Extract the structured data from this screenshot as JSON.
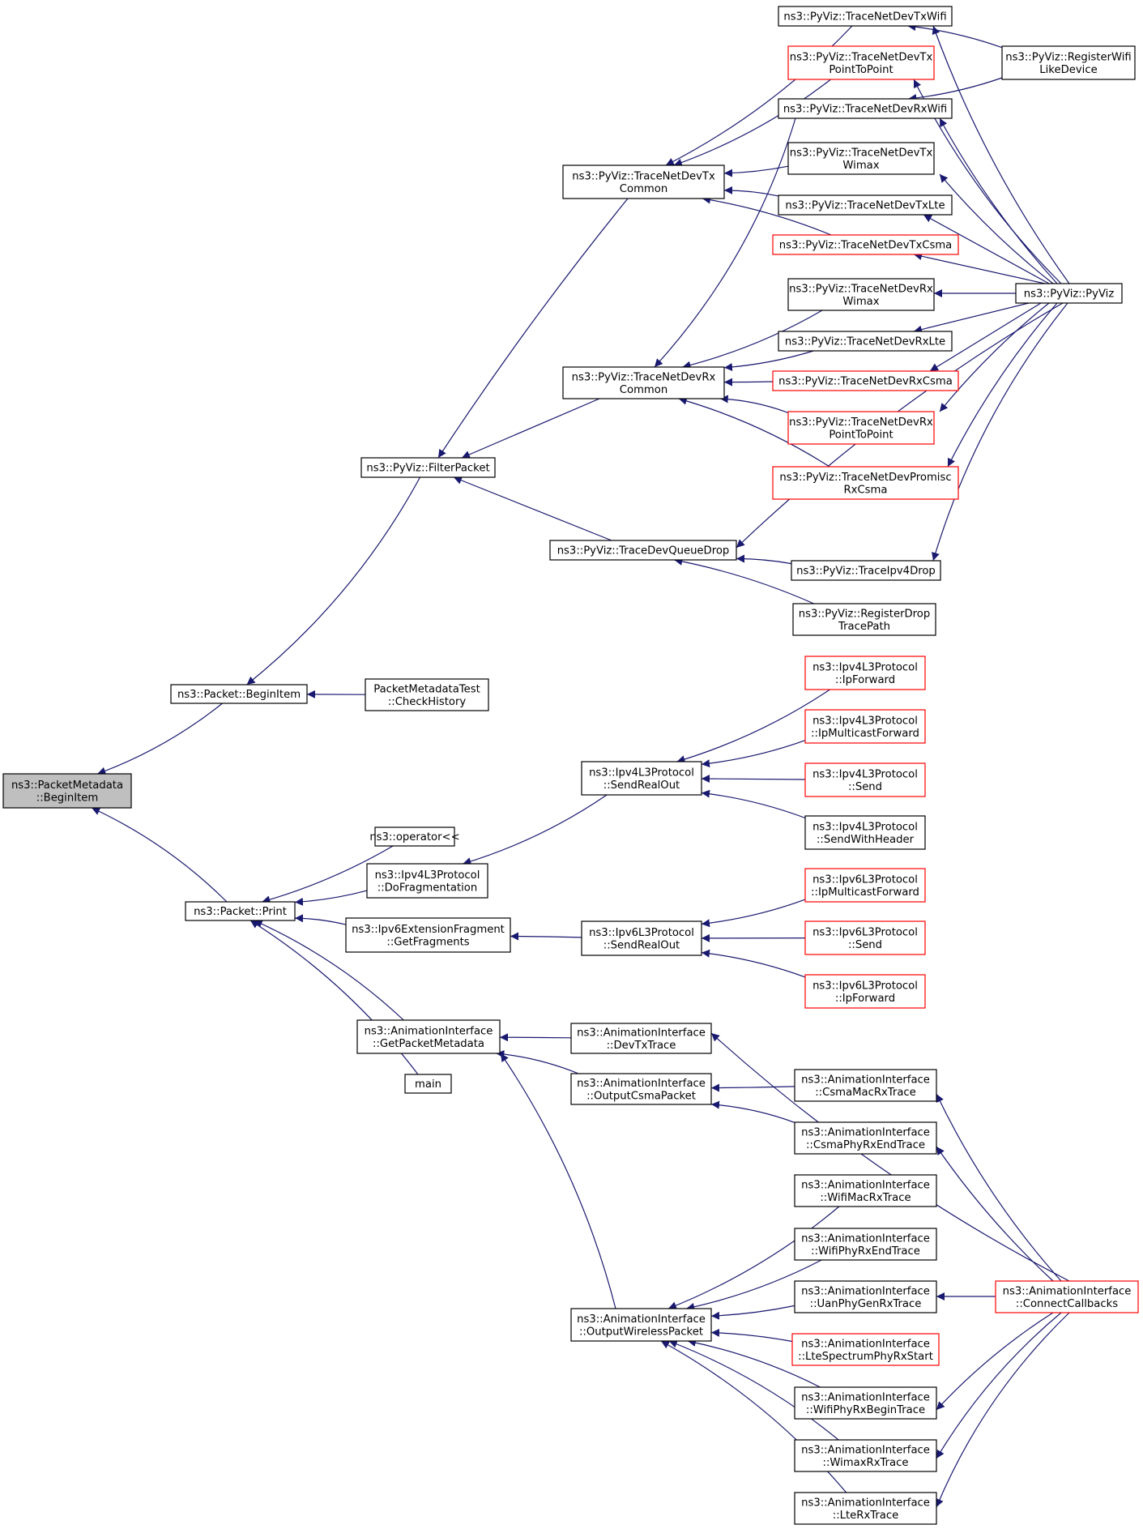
{
  "colors": {
    "edge": "#191970",
    "node_border": "#000000",
    "truncated_border": "#ff0000",
    "focus_fill": "#bfbfbf",
    "background": "#ffffff"
  },
  "graph": {
    "nodes": [
      {
        "id": "n_pm",
        "lines": [
          "ns3::PacketMetadata",
          "::BeginItem"
        ],
        "style": "focus"
      },
      {
        "id": "n_pbi",
        "lines": [
          "ns3::Packet::BeginItem"
        ],
        "style": "normal"
      },
      {
        "id": "n_pprint",
        "lines": [
          "ns3::Packet::Print"
        ],
        "style": "normal"
      },
      {
        "id": "n_filter",
        "lines": [
          "ns3::PyViz::FilterPacket"
        ],
        "style": "normal"
      },
      {
        "id": "n_pmtest",
        "lines": [
          "PacketMetadataTest",
          "::CheckHistory"
        ],
        "style": "normal"
      },
      {
        "id": "n_txcommon",
        "lines": [
          "ns3::PyViz::TraceNetDevTx",
          "Common"
        ],
        "style": "normal"
      },
      {
        "id": "n_rxcommon",
        "lines": [
          "ns3::PyViz::TraceNetDevRx",
          "Common"
        ],
        "style": "normal"
      },
      {
        "id": "n_devqueue",
        "lines": [
          "ns3::PyViz::TraceDevQueueDrop"
        ],
        "style": "normal"
      },
      {
        "id": "n_txwifi",
        "lines": [
          "ns3::PyViz::TraceNetDevTxWifi"
        ],
        "style": "normal"
      },
      {
        "id": "n_txp2p",
        "lines": [
          "ns3::PyViz::TraceNetDevTx",
          "PointToPoint"
        ],
        "style": "truncated"
      },
      {
        "id": "n_rxwifi",
        "lines": [
          "ns3::PyViz::TraceNetDevRxWifi"
        ],
        "style": "normal"
      },
      {
        "id": "n_txwimax",
        "lines": [
          "ns3::PyViz::TraceNetDevTx",
          "Wimax"
        ],
        "style": "normal"
      },
      {
        "id": "n_txlte",
        "lines": [
          "ns3::PyViz::TraceNetDevTxLte"
        ],
        "style": "normal"
      },
      {
        "id": "n_txcsma",
        "lines": [
          "ns3::PyViz::TraceNetDevTxCsma"
        ],
        "style": "truncated"
      },
      {
        "id": "n_rxwimax",
        "lines": [
          "ns3::PyViz::TraceNetDevRx",
          "Wimax"
        ],
        "style": "normal"
      },
      {
        "id": "n_rxlte",
        "lines": [
          "ns3::PyViz::TraceNetDevRxLte"
        ],
        "style": "normal"
      },
      {
        "id": "n_rxcsma",
        "lines": [
          "ns3::PyViz::TraceNetDevRxCsma"
        ],
        "style": "truncated"
      },
      {
        "id": "n_rxp2p",
        "lines": [
          "ns3::PyViz::TraceNetDevRx",
          "PointToPoint"
        ],
        "style": "truncated"
      },
      {
        "id": "n_promisc",
        "lines": [
          "ns3::PyViz::TraceNetDevPromisc",
          "RxCsma"
        ],
        "style": "truncated"
      },
      {
        "id": "n_ipv4drop",
        "lines": [
          "ns3::PyViz::TraceIpv4Drop"
        ],
        "style": "normal"
      },
      {
        "id": "n_regdrop",
        "lines": [
          "ns3::PyViz::RegisterDrop",
          "TracePath"
        ],
        "style": "normal"
      },
      {
        "id": "n_regwifi",
        "lines": [
          "ns3::PyViz::RegisterWifi",
          "LikeDevice"
        ],
        "style": "normal"
      },
      {
        "id": "n_pyviz",
        "lines": [
          "ns3::PyViz::PyViz"
        ],
        "style": "normal"
      },
      {
        "id": "n_op",
        "lines": [
          "ns3::operator<<"
        ],
        "style": "normal"
      },
      {
        "id": "n_dofrag",
        "lines": [
          "ns3::Ipv4L3Protocol",
          "::DoFragmentation"
        ],
        "style": "normal"
      },
      {
        "id": "n_getfrag",
        "lines": [
          "ns3::Ipv6ExtensionFragment",
          "::GetFragments"
        ],
        "style": "normal"
      },
      {
        "id": "n_getmeta",
        "lines": [
          "ns3::AnimationInterface",
          "::GetPacketMetadata"
        ],
        "style": "normal"
      },
      {
        "id": "n_main",
        "lines": [
          "main"
        ],
        "style": "normal"
      },
      {
        "id": "n_v4sro",
        "lines": [
          "ns3::Ipv4L3Protocol",
          "::SendRealOut"
        ],
        "style": "normal"
      },
      {
        "id": "n_v6sro",
        "lines": [
          "ns3::Ipv6L3Protocol",
          "::SendRealOut"
        ],
        "style": "normal"
      },
      {
        "id": "n_v4ipf",
        "lines": [
          "ns3::Ipv4L3Protocol",
          "::IpForward"
        ],
        "style": "truncated"
      },
      {
        "id": "n_v4mcf",
        "lines": [
          "ns3::Ipv4L3Protocol",
          "::IpMulticastForward"
        ],
        "style": "truncated"
      },
      {
        "id": "n_v4send",
        "lines": [
          "ns3::Ipv4L3Protocol",
          "::Send"
        ],
        "style": "truncated"
      },
      {
        "id": "n_v4swh",
        "lines": [
          "ns3::Ipv4L3Protocol",
          "::SendWithHeader"
        ],
        "style": "normal"
      },
      {
        "id": "n_v6mcf",
        "lines": [
          "ns3::Ipv6L3Protocol",
          "::IpMulticastForward"
        ],
        "style": "truncated"
      },
      {
        "id": "n_v6send",
        "lines": [
          "ns3::Ipv6L3Protocol",
          "::Send"
        ],
        "style": "truncated"
      },
      {
        "id": "n_v6ipf",
        "lines": [
          "ns3::Ipv6L3Protocol",
          "::IpForward"
        ],
        "style": "truncated"
      },
      {
        "id": "n_devtx",
        "lines": [
          "ns3::AnimationInterface",
          "::DevTxTrace"
        ],
        "style": "normal"
      },
      {
        "id": "n_ocsma",
        "lines": [
          "ns3::AnimationInterface",
          "::OutputCsmaPacket"
        ],
        "style": "normal"
      },
      {
        "id": "n_owifi",
        "lines": [
          "ns3::AnimationInterface",
          "::OutputWirelessPacket"
        ],
        "style": "normal"
      },
      {
        "id": "n_csmamac",
        "lines": [
          "ns3::AnimationInterface",
          "::CsmaMacRxTrace"
        ],
        "style": "normal"
      },
      {
        "id": "n_csmaphy",
        "lines": [
          "ns3::AnimationInterface",
          "::CsmaPhyRxEndTrace"
        ],
        "style": "normal"
      },
      {
        "id": "n_wifimac",
        "lines": [
          "ns3::AnimationInterface",
          "::WifiMacRxTrace"
        ],
        "style": "normal"
      },
      {
        "id": "n_wifiphyend",
        "lines": [
          "ns3::AnimationInterface",
          "::WifiPhyRxEndTrace"
        ],
        "style": "normal"
      },
      {
        "id": "n_uan",
        "lines": [
          "ns3::AnimationInterface",
          "::UanPhyGenRxTrace"
        ],
        "style": "normal"
      },
      {
        "id": "n_ltespec",
        "lines": [
          "ns3::AnimationInterface",
          "::LteSpectrumPhyRxStart"
        ],
        "style": "truncated"
      },
      {
        "id": "n_wifiphybegin",
        "lines": [
          "ns3::AnimationInterface",
          "::WifiPhyRxBeginTrace"
        ],
        "style": "normal"
      },
      {
        "id": "n_wimaxrx",
        "lines": [
          "ns3::AnimationInterface",
          "::WimaxRxTrace"
        ],
        "style": "normal"
      },
      {
        "id": "n_lterx",
        "lines": [
          "ns3::AnimationInterface",
          "::LteRxTrace"
        ],
        "style": "normal"
      },
      {
        "id": "n_connect",
        "lines": [
          "ns3::AnimationInterface",
          "::ConnectCallbacks"
        ],
        "style": "truncated"
      }
    ],
    "edges": [
      [
        "n_pbi",
        "n_pm"
      ],
      [
        "n_pprint",
        "n_pm"
      ],
      [
        "n_filter",
        "n_pbi"
      ],
      [
        "n_pmtest",
        "n_pbi"
      ],
      [
        "n_txcommon",
        "n_filter"
      ],
      [
        "n_rxcommon",
        "n_filter"
      ],
      [
        "n_devqueue",
        "n_filter"
      ],
      [
        "n_txwifi",
        "n_txcommon"
      ],
      [
        "n_txp2p",
        "n_txcommon"
      ],
      [
        "n_txwimax",
        "n_txcommon"
      ],
      [
        "n_txlte",
        "n_txcommon"
      ],
      [
        "n_txcsma",
        "n_txcommon"
      ],
      [
        "n_rxwifi",
        "n_rxcommon"
      ],
      [
        "n_rxwimax",
        "n_rxcommon"
      ],
      [
        "n_rxlte",
        "n_rxcommon"
      ],
      [
        "n_rxcsma",
        "n_rxcommon"
      ],
      [
        "n_rxp2p",
        "n_rxcommon"
      ],
      [
        "n_promisc",
        "n_rxcommon"
      ],
      [
        "n_ipv4drop",
        "n_devqueue"
      ],
      [
        "n_regdrop",
        "n_devqueue"
      ],
      [
        "n_regwifi",
        "n_txwifi"
      ],
      [
        "n_regwifi",
        "n_rxwifi"
      ],
      [
        "n_pyviz",
        "n_txwifi"
      ],
      [
        "n_pyviz",
        "n_txp2p"
      ],
      [
        "n_pyviz",
        "n_rxwifi"
      ],
      [
        "n_pyviz",
        "n_txwimax"
      ],
      [
        "n_pyviz",
        "n_txlte"
      ],
      [
        "n_pyviz",
        "n_txcsma"
      ],
      [
        "n_pyviz",
        "n_rxwimax"
      ],
      [
        "n_pyviz",
        "n_rxlte"
      ],
      [
        "n_pyviz",
        "n_rxcsma"
      ],
      [
        "n_pyviz",
        "n_rxp2p"
      ],
      [
        "n_pyviz",
        "n_promisc"
      ],
      [
        "n_pyviz",
        "n_devqueue"
      ],
      [
        "n_pyviz",
        "n_ipv4drop"
      ],
      [
        "n_op",
        "n_pprint"
      ],
      [
        "n_dofrag",
        "n_pprint"
      ],
      [
        "n_getfrag",
        "n_pprint"
      ],
      [
        "n_getmeta",
        "n_pprint"
      ],
      [
        "n_main",
        "n_pprint"
      ],
      [
        "n_v4sro",
        "n_dofrag"
      ],
      [
        "n_v6sro",
        "n_getfrag"
      ],
      [
        "n_v4ipf",
        "n_v4sro"
      ],
      [
        "n_v4mcf",
        "n_v4sro"
      ],
      [
        "n_v4send",
        "n_v4sro"
      ],
      [
        "n_v4swh",
        "n_v4sro"
      ],
      [
        "n_v6mcf",
        "n_v6sro"
      ],
      [
        "n_v6send",
        "n_v6sro"
      ],
      [
        "n_v6ipf",
        "n_v6sro"
      ],
      [
        "n_devtx",
        "n_getmeta"
      ],
      [
        "n_ocsma",
        "n_getmeta"
      ],
      [
        "n_owifi",
        "n_getmeta"
      ],
      [
        "n_csmamac",
        "n_ocsma"
      ],
      [
        "n_csmaphy",
        "n_ocsma"
      ],
      [
        "n_wifimac",
        "n_owifi"
      ],
      [
        "n_wifiphyend",
        "n_owifi"
      ],
      [
        "n_uan",
        "n_owifi"
      ],
      [
        "n_ltespec",
        "n_owifi"
      ],
      [
        "n_wifiphybegin",
        "n_owifi"
      ],
      [
        "n_wimaxrx",
        "n_owifi"
      ],
      [
        "n_lterx",
        "n_owifi"
      ],
      [
        "n_connect",
        "n_devtx"
      ],
      [
        "n_connect",
        "n_csmamac"
      ],
      [
        "n_connect",
        "n_csmaphy"
      ],
      [
        "n_connect",
        "n_uan"
      ],
      [
        "n_connect",
        "n_wifiphybegin"
      ],
      [
        "n_connect",
        "n_wimaxrx"
      ],
      [
        "n_connect",
        "n_lterx"
      ]
    ]
  }
}
